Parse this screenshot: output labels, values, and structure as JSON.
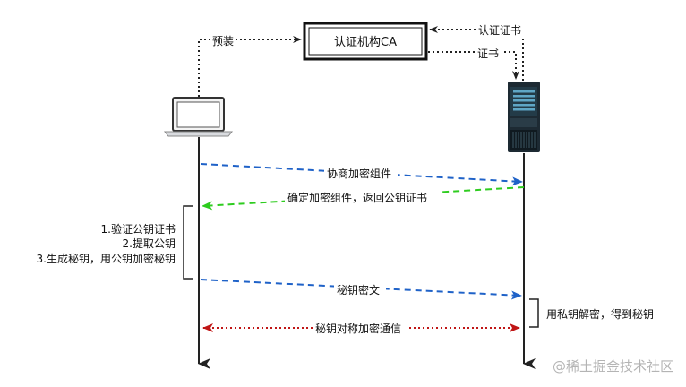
{
  "ca": {
    "label": "认证机构CA"
  },
  "arrows": {
    "preinstall": "预装",
    "ca_cert": "认证证书",
    "cert": "证书",
    "negotiate": "协商加密组件",
    "confirm": "确定加密组件，返回公钥证书",
    "secret_cipher": "秘钥密文",
    "symmetric": "秘钥对称加密通信"
  },
  "client_steps": [
    "1.验证公钥证书",
    "2.提取公钥",
    "3.生成秘钥，用公钥加密秘钥"
  ],
  "server_step": "用私钥解密，得到秘钥",
  "watermark": "@稀土掘金技术社区",
  "colors": {
    "blue": "#1f62c8",
    "green": "#2ecc1f",
    "red": "#c01616",
    "line": "#222222"
  }
}
